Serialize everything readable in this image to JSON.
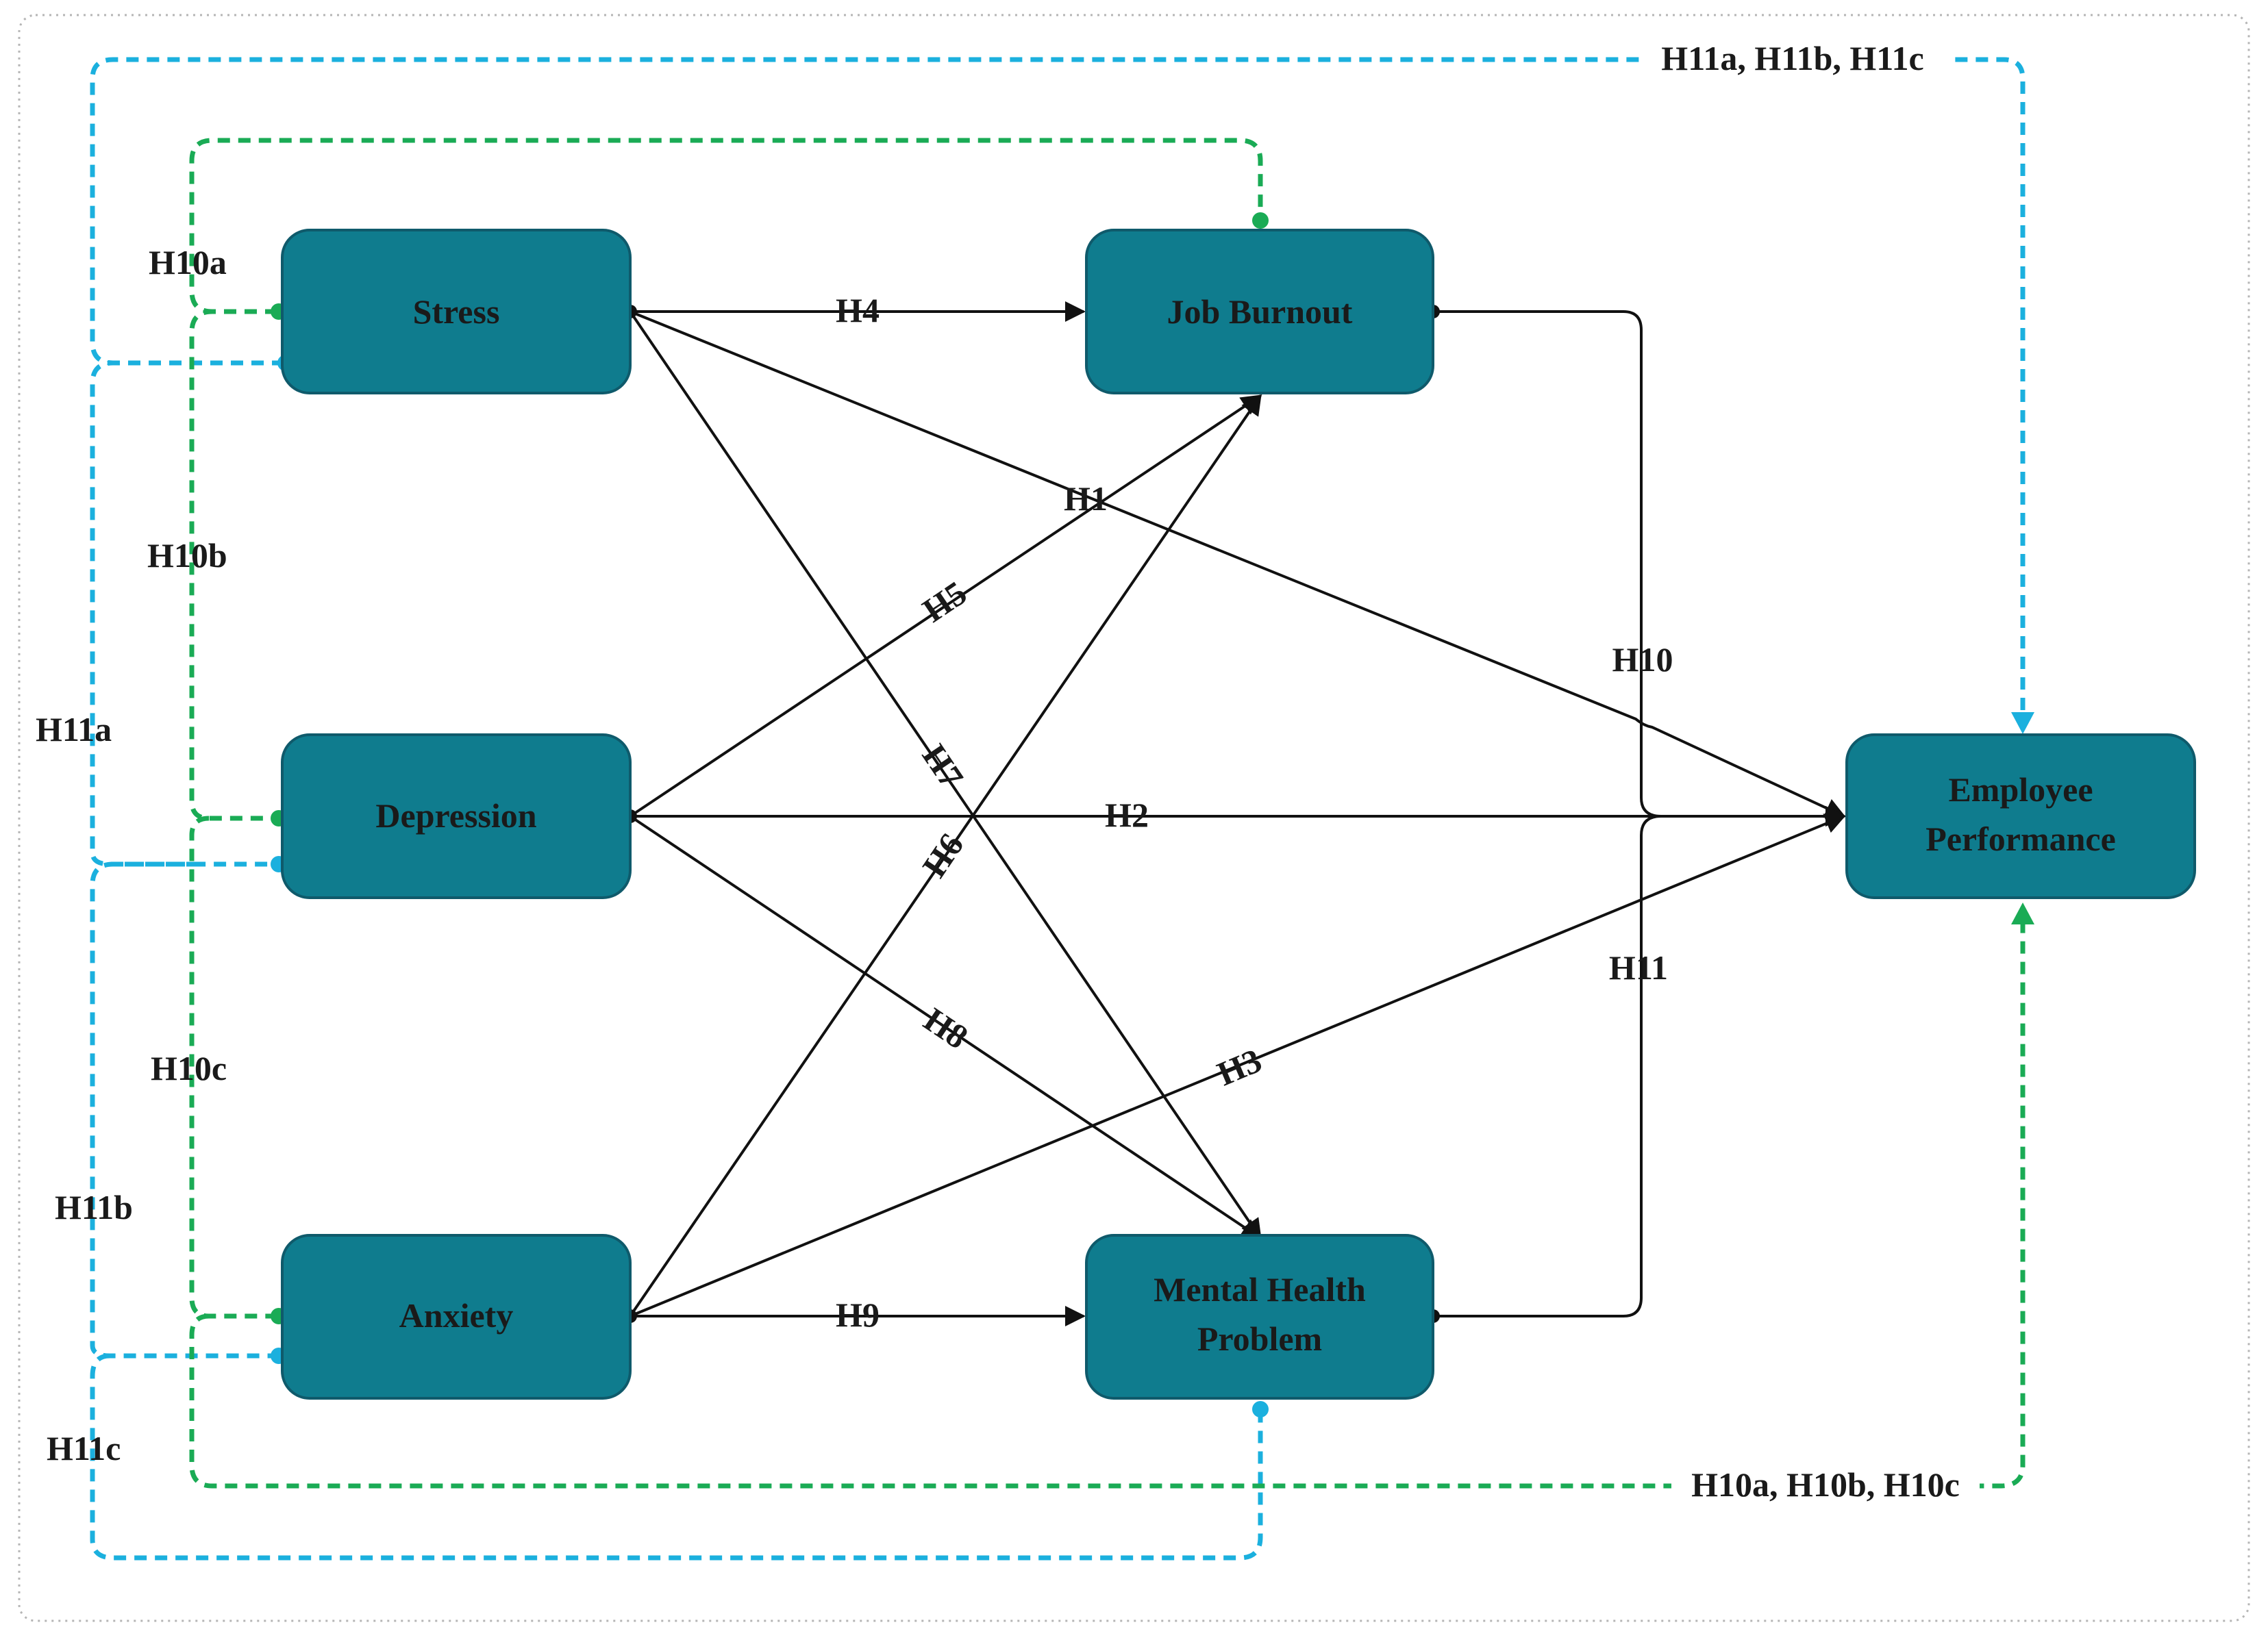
{
  "colors": {
    "node_fill": "#0f7c8e",
    "solid_edge": "#111111",
    "green_dashed": "#1aab55",
    "blue_dashed": "#1bb0de"
  },
  "nodes": {
    "stress": "Stress",
    "job_burnout": "Job Burnout",
    "depression": "Depression",
    "employee_performance": [
      "Employee",
      "Performance"
    ],
    "anxiety": "Anxiety",
    "mental_health_problem": [
      "Mental Health",
      "Problem"
    ]
  },
  "solid_edges": [
    {
      "label": "H1",
      "from": "Stress",
      "to": "Employee Performance"
    },
    {
      "label": "H2",
      "from": "Depression",
      "to": "Employee Performance"
    },
    {
      "label": "H3",
      "from": "Anxiety",
      "to": "Employee Performance"
    },
    {
      "label": "H4",
      "from": "Stress",
      "to": "Job Burnout"
    },
    {
      "label": "H5",
      "from": "Depression",
      "to": "Job Burnout"
    },
    {
      "label": "H6",
      "from": "Anxiety",
      "to": "Job Burnout"
    },
    {
      "label": "H7",
      "from": "Stress",
      "to": "Mental Health Problem"
    },
    {
      "label": "H8",
      "from": "Depression",
      "to": "Mental Health Problem"
    },
    {
      "label": "H9",
      "from": "Anxiety",
      "to": "Mental Health Problem"
    },
    {
      "label": "H10",
      "from": "Job Burnout",
      "to": "Employee Performance"
    },
    {
      "label": "H11",
      "from": "Mental Health Problem",
      "to": "Employee Performance"
    }
  ],
  "mediation_labels": {
    "h10a": "H10a",
    "h10b": "H10b",
    "h10c": "H10c",
    "h11a": "H11a",
    "h11b": "H11b",
    "h11c": "H11c",
    "top_blue": "H11a, H11b, H11c",
    "bottom_green": "H10a, H10b, H10c"
  }
}
